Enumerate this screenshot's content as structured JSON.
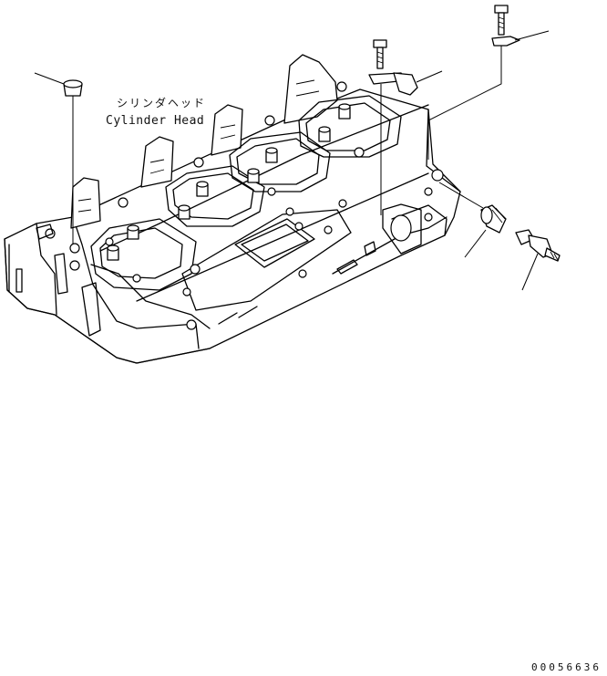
{
  "labels": {
    "part_name_jp": "シリンダヘッド",
    "part_name_en": "Cylinder Head"
  },
  "reference_number": "00056636",
  "icons": [
    "cylinder-head-drawing",
    "plug-part",
    "bolt-part",
    "clip-part",
    "fitting-part",
    "sensor-part"
  ]
}
